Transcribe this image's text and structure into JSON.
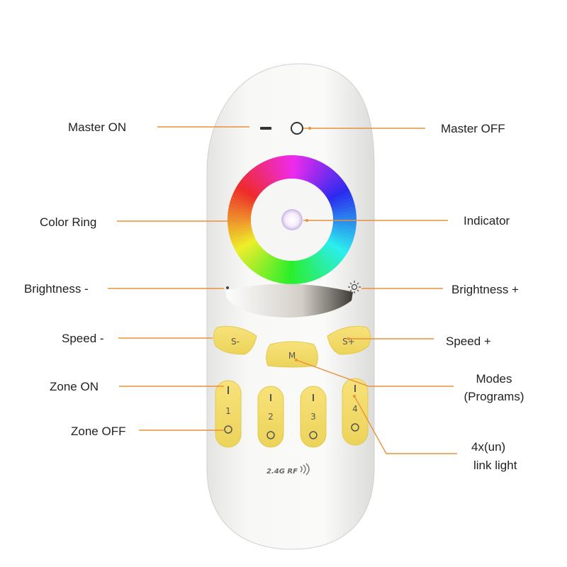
{
  "labels": {
    "master_on": "Master ON",
    "master_off": "Master OFF",
    "color_ring": "Color Ring",
    "indicator": "Indicator",
    "brightness_minus": "Brightness -",
    "brightness_plus": "Brightness +",
    "speed_minus": "Speed -",
    "speed_plus": "Speed +",
    "zone_on": "Zone ON",
    "modes_line1": "Modes",
    "modes_line2": "(Programs)",
    "zone_off": "Zone OFF",
    "link_line1": "4x(un)",
    "link_line2": "link light"
  },
  "remote": {
    "speed_minus_button": "S-",
    "mode_button": "M",
    "speed_plus_button": "S+",
    "zone_numbers": [
      "1",
      "2",
      "3",
      "4"
    ],
    "rf_marking": "2.4G RF"
  },
  "colors": {
    "leader": "#e8913a",
    "button": "#f4dc6a",
    "body": "#f7f7f5"
  }
}
